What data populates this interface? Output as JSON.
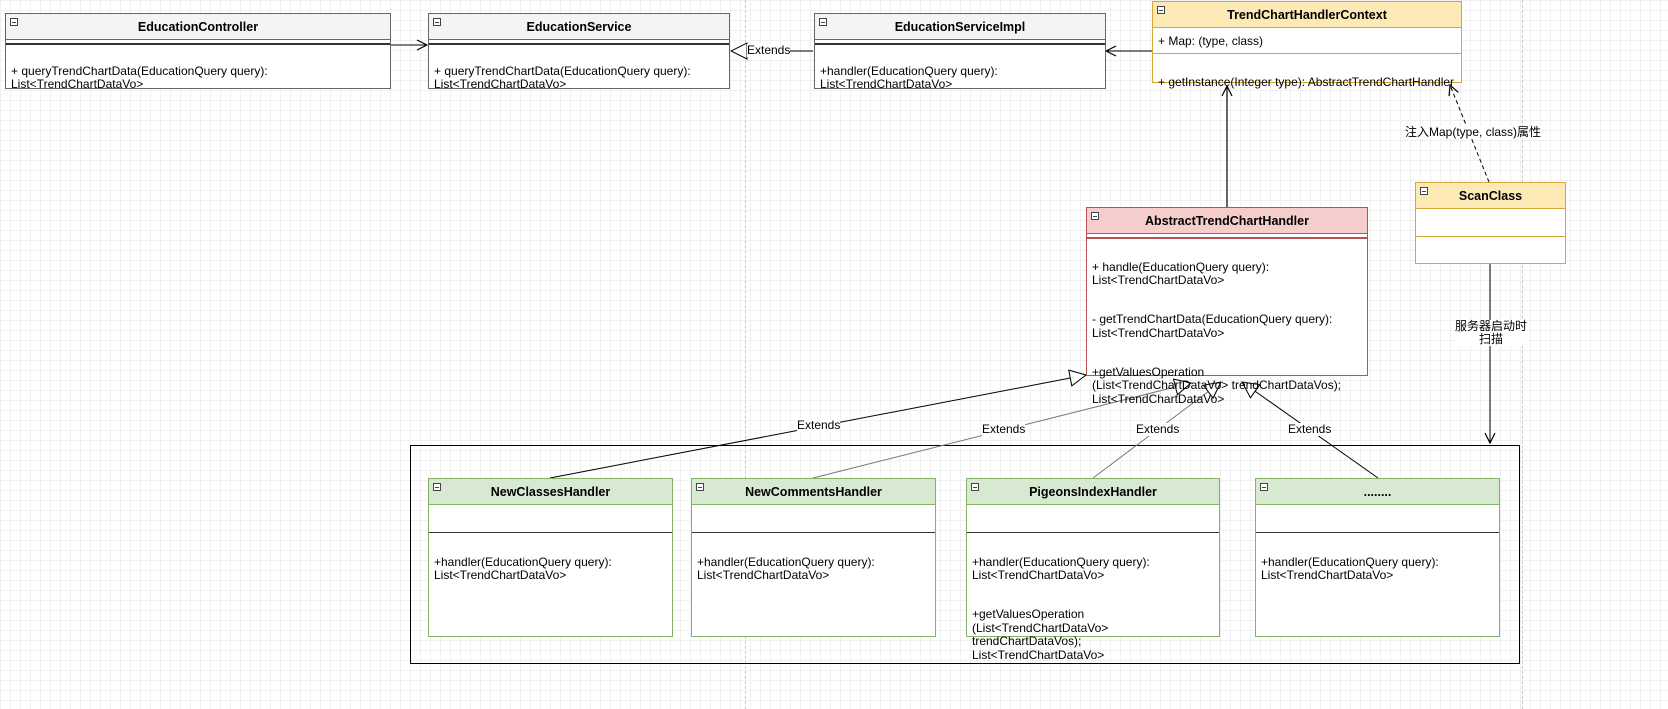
{
  "classes": {
    "education_controller": {
      "name": "EducationController",
      "attributes": [],
      "operations": [
        "+ queryTrendChartData(EducationQuery query):\n List<TrendChartDataVo>"
      ]
    },
    "education_service": {
      "name": "EducationService",
      "attributes": [],
      "operations": [
        "+ queryTrendChartData(EducationQuery query):\n List<TrendChartDataVo>"
      ]
    },
    "education_service_impl": {
      "name": "EducationServiceImpl",
      "attributes": [],
      "operations": [
        "+handler(EducationQuery query):\nList<TrendChartDataVo>"
      ]
    },
    "context": {
      "name": "TrendChartHandlerContext",
      "attributes": [
        "+ Map: (type, class)"
      ],
      "operations": [
        "+ getInstance(Integer type): AbstractTrendChartHandler"
      ]
    },
    "scan_class": {
      "name": "ScanClass",
      "attributes": [],
      "operations": []
    },
    "abstract_handler": {
      "name": "AbstractTrendChartHandler",
      "attributes": [],
      "operations": [
        "+ handle(EducationQuery query):\n List<TrendChartDataVo>",
        "- getTrendChartData(EducationQuery query):\nList<TrendChartDataVo>",
        "+getValuesOperation\n(List<TrendChartDataVo> trendChartDataVos);\nList<TrendChartDataVo>"
      ]
    },
    "new_classes_handler": {
      "name": "NewClassesHandler",
      "attributes": [],
      "operations": [
        "+handler(EducationQuery query):\n List<TrendChartDataVo>"
      ]
    },
    "new_comments_handler": {
      "name": "NewCommentsHandler",
      "attributes": [],
      "operations": [
        "+handler(EducationQuery query):\n List<TrendChartDataVo>"
      ]
    },
    "pigeons_index_handler": {
      "name": "PigeonsIndexHandler",
      "attributes": [],
      "operations": [
        "+handler(EducationQuery query):\n List<TrendChartDataVo>",
        "+getValuesOperation\n(List<TrendChartDataVo> trendChartDataVos);\nList<TrendChartDataVo>"
      ]
    },
    "more_handlers": {
      "name": "........",
      "attributes": [],
      "operations": [
        "+handler(EducationQuery query):\n List<TrendChartDataVo>"
      ]
    }
  },
  "edge_labels": {
    "service_extends": "Extends",
    "inject_map": "注入Map(type, class)属性",
    "scan_on_startup": "服务器启动时\n扫描",
    "extends_1": "Extends",
    "extends_2": "Extends",
    "extends_3": "Extends",
    "extends_4": "Extends"
  }
}
